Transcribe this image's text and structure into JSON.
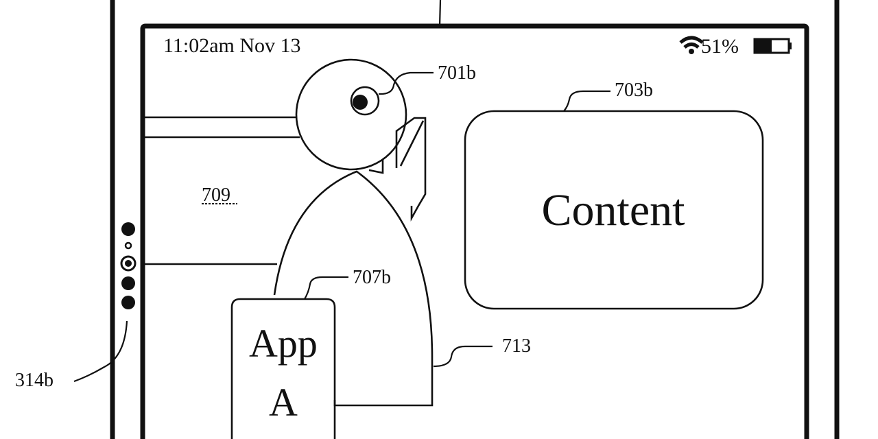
{
  "figure": {
    "type": "patent-drawing",
    "description": "Device display showing a virtual avatar, a content window and an app icon"
  },
  "status_bar": {
    "time_date": "11:02am Nov 13",
    "wifi_icon": "wifi-icon",
    "battery_percent": "51%",
    "battery_level": 0.5,
    "battery_icon": "battery-icon"
  },
  "content_window": {
    "label": "Content"
  },
  "app_icon": {
    "line1": "App",
    "line2": "A"
  },
  "reference_labels": {
    "avatar_eye": "701b",
    "content_window": "703b",
    "app_icon": "707b",
    "background_region": "709",
    "avatar_body": "713",
    "side_controls": "314b"
  },
  "side_controls": {
    "count": 5,
    "icons": [
      "dot-icon",
      "small-ring-icon",
      "ring-icon",
      "dot-icon",
      "dot-icon"
    ]
  }
}
